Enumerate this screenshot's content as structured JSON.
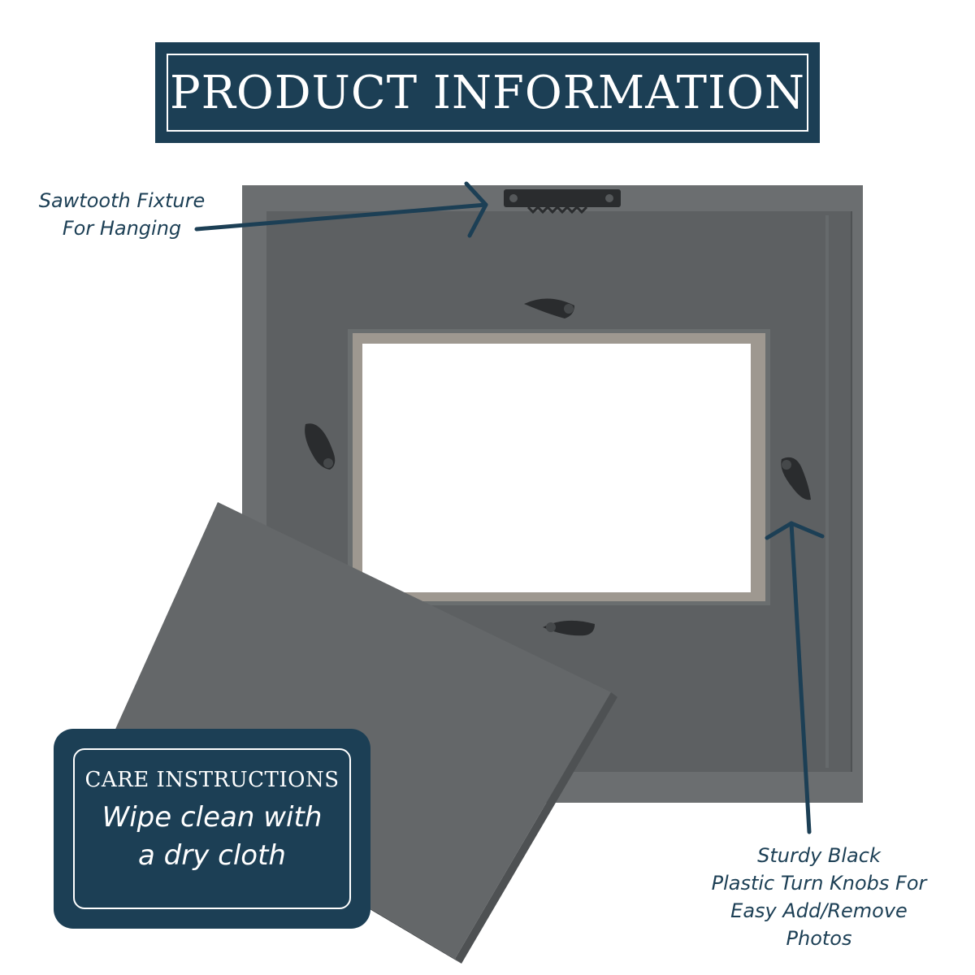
{
  "header": {
    "title": "PRODUCT INFORMATION"
  },
  "callouts": {
    "sawtooth": {
      "lines": [
        "Sawtooth Fixture",
        "For Hanging"
      ]
    },
    "knobs": {
      "lines": [
        "Sturdy Black",
        "Plastic Turn Knobs For",
        "Easy Add/Remove",
        "Photos"
      ]
    }
  },
  "care": {
    "heading": "CARE INSTRUCTIONS",
    "lines": [
      "Wipe clean with",
      "a dry cloth"
    ]
  },
  "colors": {
    "navy": "#1c3f55",
    "frame_gray": "#6b6e70",
    "frame_inner": "#5d6062",
    "backing": "#646769",
    "knob": "#2a2c2e"
  },
  "icons": {
    "sawtooth_hanger": "sawtooth-hanger-icon",
    "turn_knob": "turn-knob-icon"
  }
}
